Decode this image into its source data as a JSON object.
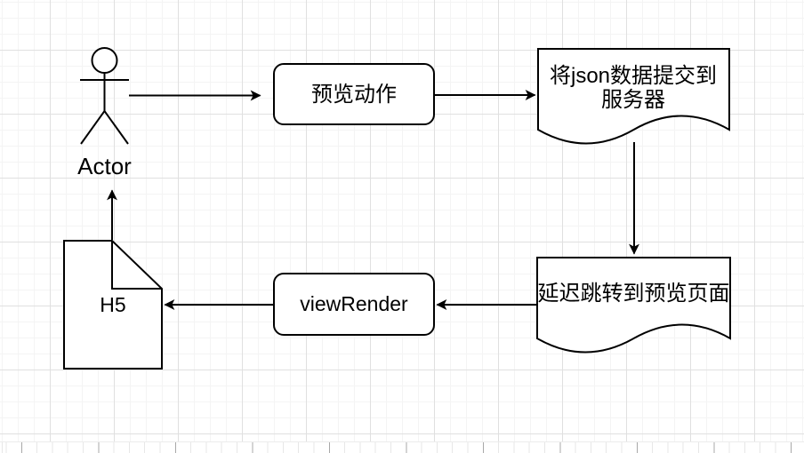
{
  "diagram": {
    "nodes": {
      "actor": {
        "label": "Actor",
        "type": "actor"
      },
      "preview_action": {
        "label": "预览动作",
        "type": "rounded-rectangle"
      },
      "submit_json": {
        "label": "将json数据提交到服务器",
        "type": "document"
      },
      "delay_redirect": {
        "label": "延迟跳转到预览页面",
        "type": "document"
      },
      "view_render": {
        "label": "viewRender",
        "type": "rounded-rectangle"
      },
      "h5": {
        "label": "H5",
        "type": "note"
      }
    },
    "edges": [
      {
        "from": "actor",
        "to": "preview_action",
        "direction": "right"
      },
      {
        "from": "preview_action",
        "to": "submit_json",
        "direction": "right"
      },
      {
        "from": "submit_json",
        "to": "delay_redirect",
        "direction": "down"
      },
      {
        "from": "delay_redirect",
        "to": "view_render",
        "direction": "left"
      },
      {
        "from": "view_render",
        "to": "h5",
        "direction": "left"
      },
      {
        "from": "h5",
        "to": "actor",
        "direction": "up"
      }
    ],
    "colors": {
      "stroke": "#000000",
      "shape_fill": "#ffffff",
      "canvas_background": "#ffffff",
      "grid_minor": "#f4f4f4",
      "grid_major": "#e0e0e0",
      "page_edge_tick_major": "#a8a8a8",
      "page_edge_tick_minor": "#e7e7e7"
    }
  }
}
